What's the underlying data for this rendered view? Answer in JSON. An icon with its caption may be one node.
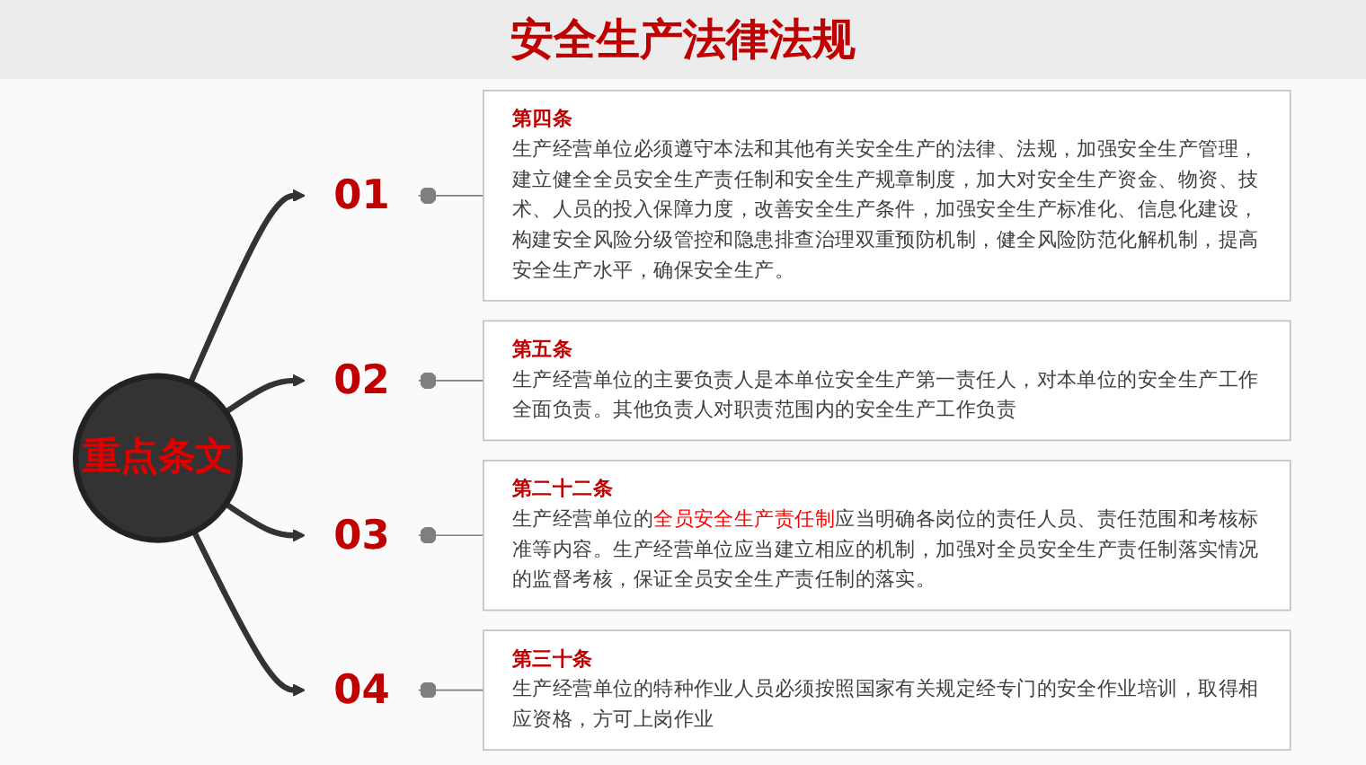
{
  "diagram": {
    "title": "安全生产法律法规",
    "nodes": [
      {
        "text": [
          "重点条文"
        ]
      },
      {
        "text": [
          "01"
        ]
      },
      {
        "text": [
          "第四条",
          "生产经营单位必须遵守本法和其他有关安全生产的法律、法规，加强安全生产管理，建立健全全员安全生产责任制和安全生产规章制度，加大对安全生产资金、物资、技术、人员的投入保障力度，改善安全生产条件，加强安全生产标准化、信息化建设，构建安全风险分级管控和隐患排查治理双重预防机制，健全风险防范化解机制，提高安全生产水平，确保安全生产。"
        ]
      },
      {
        "text": [
          "02"
        ]
      },
      {
        "text": [
          "第五条",
          "生产经营单位的主要负责人是本单位安全生产第一责任人，对本单位的安全生产工作全面负责。其他负责人对职责范围内的安全生产工作负责"
        ]
      },
      {
        "text": [
          "03"
        ]
      },
      {
        "text": [
          "第二十二条",
          "生产经营单位的**全员安全生产责任制**应当明确各岗位的责任人员、责任范围和考核标准等内容。生产经营单位应当建立相应的机制，加强对全员安全生产责任制落实情况的监督考核，保证全员安全生产责任制的落实。"
        ]
      },
      {
        "text": [
          "04"
        ]
      },
      {
        "text": [
          "第三十条",
          "生产经营单位的特种作业人员必须按照国家有关规定经专门的安全作业培训，取得相应资格，方可上岗作业"
        ]
      }
    ],
    "edges": [
      {
        "from": 0,
        "to": 1,
        "arrow": "to",
        "style": "thick",
        "color": "#333333"
      },
      {
        "from": 0,
        "to": 3,
        "arrow": "to",
        "style": "thick",
        "color": "#333333"
      },
      {
        "from": 0,
        "to": 5,
        "arrow": "to",
        "style": "thick",
        "color": "#333333"
      },
      {
        "from": 0,
        "to": 7,
        "arrow": "to",
        "style": "thick",
        "color": "#333333"
      },
      {
        "from": 1,
        "to": 2,
        "arrow": "other"
      },
      {
        "from": 3,
        "to": 4,
        "arrow": "other"
      },
      {
        "from": 5,
        "to": 6,
        "arrow": "other"
      },
      {
        "from": 7,
        "to": 8,
        "arrow": "other"
      }
    ]
  }
}
